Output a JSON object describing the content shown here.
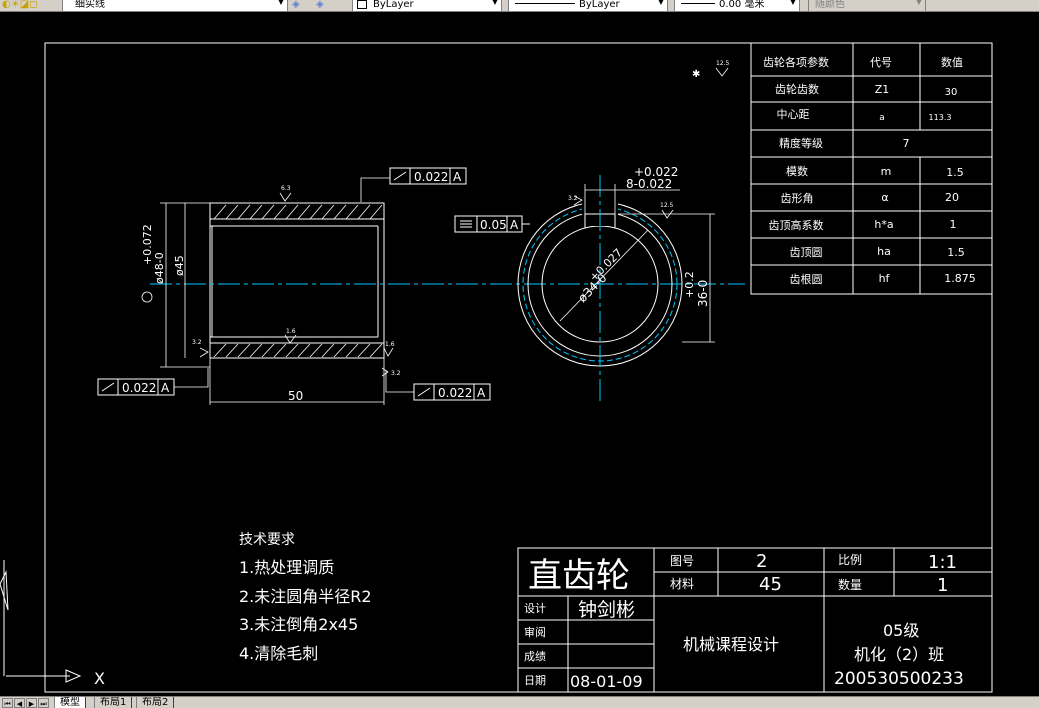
{
  "toolbar": {
    "layer_name": "细实线",
    "color": "ByLayer",
    "linetype": "ByLayer",
    "lineweight": "0.00 毫米",
    "plot_style": "随颜色"
  },
  "drawing": {
    "left_view": {
      "runout_top": "0.022",
      "runout_left": "0.022",
      "runout_bottom": "0.022",
      "datum": "A",
      "dim_length": "50",
      "dim_inner": "ø45",
      "dim_outer": "ø48-0",
      "dim_outer_tol": "+0.072",
      "roughness_top": "6.3",
      "roughness_inner": "1.6",
      "roughness_right": "1.6",
      "roughness_left": "3.2",
      "roughness_side": "3.2"
    },
    "right_view": {
      "flatness_value": "0.05",
      "flatness_datum": "A",
      "key_width_upper": "+0.022",
      "key_width_lower": "8-0.022",
      "bore_dim": "ø34-0",
      "bore_tol": "+0.027",
      "height_dim": "36-0",
      "height_tol": "+0.2",
      "roughness_key": "3.2",
      "roughness_top": "12.5",
      "roughness_corner": "12.5"
    },
    "param_table": {
      "headers": [
        "齿轮各项参数",
        "代号",
        "数值"
      ],
      "rows": [
        {
          "name": "齿轮齿数",
          "symbol": "Z1",
          "value": "30"
        },
        {
          "name": "中心距",
          "symbol": "a",
          "value": "113.3"
        },
        {
          "name": "精度等级",
          "symbol": "",
          "value": "7"
        },
        {
          "name": "模数",
          "symbol": "m",
          "value": "1.5"
        },
        {
          "name": "齿形角",
          "symbol": "α",
          "value": "20"
        },
        {
          "name": "齿顶高系数",
          "symbol": "h*a",
          "value": "1"
        },
        {
          "name": "齿顶圆",
          "symbol": "ha",
          "value": "1.5"
        },
        {
          "name": "齿根圆",
          "symbol": "hf",
          "value": "1.875"
        }
      ]
    },
    "tech_requirements": {
      "title": "技术要求",
      "items": [
        "1.热处理调质",
        "2.未注圆角半径R2",
        "3.未注倒角2x45",
        "4.清除毛刺"
      ]
    },
    "title_block": {
      "part_name": "直齿轮",
      "drawing_no_label": "图号",
      "drawing_no": "2",
      "scale_label": "比例",
      "scale": "1:1",
      "material_label": "材料",
      "material": "45",
      "quantity_label": "数量",
      "quantity": "1",
      "designer_label": "设计",
      "designer": "钟剑彬",
      "reviewer_label": "审阅",
      "grade_label": "成绩",
      "date_label": "日期",
      "date": "08-01-09",
      "course": "机械课程设计",
      "class_year": "05级",
      "class_name": "机化（2）班",
      "student_id": "200530500233"
    },
    "ucs_x_label": "X"
  },
  "tabs": [
    "模型",
    "布局1",
    "布局2"
  ],
  "colors": {
    "background": "#000000",
    "line": "#ffffff",
    "centerline": "#00c8ff",
    "dimension": "#ffffff"
  }
}
